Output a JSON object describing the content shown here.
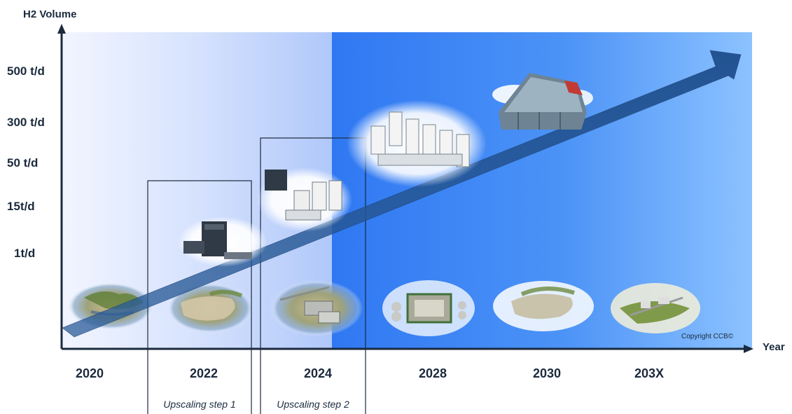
{
  "axes": {
    "y_title": "H2 Volume",
    "x_title": "Year",
    "y_ticks": [
      "500 t/d",
      "300 t/d",
      "50 t/d",
      "15t/d",
      "1t/d"
    ],
    "x_ticks": [
      "2020",
      "2022",
      "2024",
      "2028",
      "2030",
      "203X"
    ]
  },
  "steps": [
    {
      "label": "Upscaling step 1"
    },
    {
      "label": "Upscaling step 2"
    }
  ],
  "copyright": "Copyright CCB©",
  "colors": {
    "axis": "#1b2a3d",
    "background_light": "#e9efff",
    "background_dark": "#2f7df5",
    "background_right": "#79b8ff",
    "arrow": "#1d4d8c",
    "step_box": "#1b2a3d"
  },
  "illustrations": [
    {
      "name": "coastal-site-icon-2020"
    },
    {
      "name": "coastal-site-icon-2022"
    },
    {
      "name": "industrial-port-icon-2024"
    },
    {
      "name": "industrial-complex-icon-2028"
    },
    {
      "name": "coastal-site-icon-2030"
    },
    {
      "name": "town-site-icon-203X"
    },
    {
      "name": "small-electrolyzer-icon"
    },
    {
      "name": "medium-plant-icon"
    },
    {
      "name": "large-plant-icon"
    },
    {
      "name": "headquarters-building-icon"
    }
  ]
}
